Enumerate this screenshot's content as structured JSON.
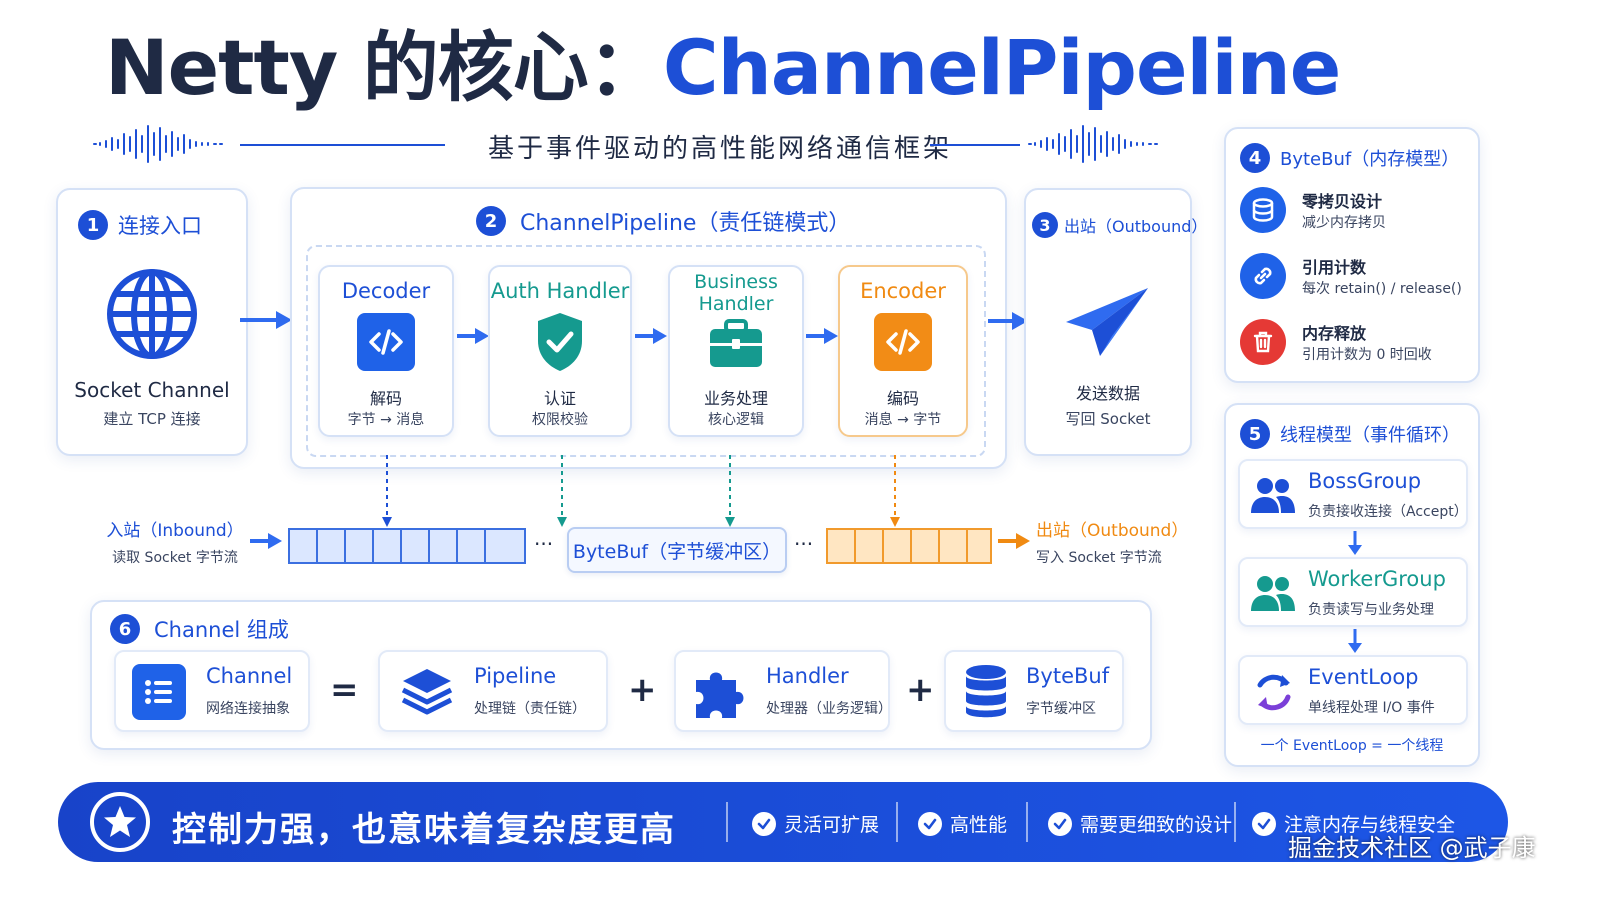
{
  "title": {
    "part1": "Netty 的核心：",
    "part2": "ChannelPipeline"
  },
  "subtitle": "基于事件驱动的高性能网络通信框架",
  "sec1": {
    "num": "1",
    "title": "连接入口",
    "name": "Socket Channel",
    "desc": "建立 TCP 连接"
  },
  "sec2": {
    "num": "2",
    "title": "ChannelPipeline（责任链模式）",
    "handlers": [
      {
        "title": "Decoder",
        "name": "解码",
        "desc": "字节 → 消息"
      },
      {
        "title": "Auth Handler",
        "name": "认证",
        "desc": "权限校验"
      },
      {
        "title": "Business Handler",
        "name": "业务处理",
        "desc": "核心逻辑"
      },
      {
        "title": "Encoder",
        "name": "编码",
        "desc": "消息 → 字节"
      }
    ]
  },
  "sec3": {
    "num": "3",
    "title": "出站（Outbound）",
    "name": "发送数据",
    "desc": "写回 Socket"
  },
  "sec4": {
    "num": "4",
    "title": "ByteBuf（内存模型）",
    "items": [
      {
        "title": "零拷贝设计",
        "desc": "减少内存拷贝"
      },
      {
        "title": "引用计数",
        "desc": "每次 retain() / release()"
      },
      {
        "title": "内存释放",
        "desc": "引用计数为 0 时回收"
      }
    ]
  },
  "sec5": {
    "num": "5",
    "title": "线程模型（事件循环）",
    "groups": [
      {
        "title": "BossGroup",
        "desc": "负责接收连接（Accept）"
      },
      {
        "title": "WorkerGroup",
        "desc": "负责读写与业务处理"
      },
      {
        "title": "EventLoop",
        "desc": "单线程处理 I/O 事件"
      }
    ],
    "note": "一个 EventLoop = 一个线程"
  },
  "flow": {
    "inbound_title": "入站（Inbound）",
    "inbound_desc": "读取 Socket 字节流",
    "bytebuf_label": "ByteBuf（字节缓冲区）",
    "outbound_title": "出站（Outbound）",
    "outbound_desc": "写入 Socket 字节流",
    "dots": "···"
  },
  "sec6": {
    "num": "6",
    "title": "Channel 组成",
    "components": [
      {
        "title": "Channel",
        "desc": "网络连接抽象"
      },
      {
        "title": "Pipeline",
        "desc": "处理链（责任链）"
      },
      {
        "title": "Handler",
        "desc": "处理器（业务逻辑）"
      },
      {
        "title": "ByteBuf",
        "desc": "字节缓冲区"
      }
    ],
    "ops": [
      "=",
      "+",
      "+"
    ]
  },
  "footer": {
    "main": "控制力强，也意味着复杂度更高",
    "items": [
      "灵活可扩展",
      "高性能",
      "需要更细致的设计",
      "注意内存与线程安全"
    ]
  },
  "watermark": "掘金技术社区 @武子康",
  "colors": {
    "primary": "#1d4fd6",
    "teal": "#159a8f",
    "orange": "#f08a12",
    "red": "#e53935"
  }
}
